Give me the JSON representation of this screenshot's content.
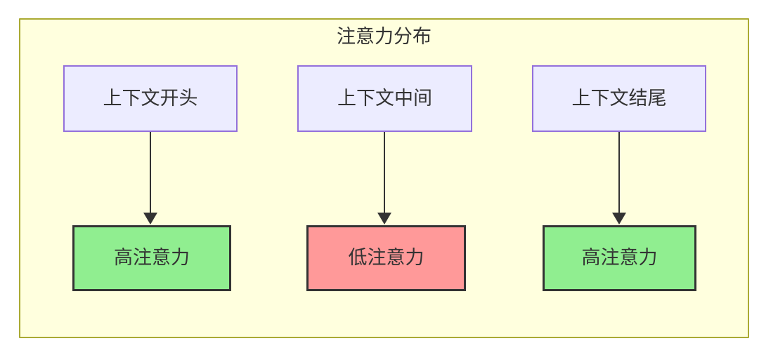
{
  "diagram": {
    "title": "注意力分布",
    "container": {
      "fill": "#FFFFDE",
      "border_color": "#AAAA33"
    },
    "context_node_style": {
      "fill": "#ECECFF",
      "border_color": "#9370DB"
    },
    "result_node_style": {
      "border_color": "#333333"
    },
    "text_color": "#333333",
    "arrow_color": "#333333",
    "top_nodes": [
      {
        "label": "上下文开头"
      },
      {
        "label": "上下文中间"
      },
      {
        "label": "上下文结尾"
      }
    ],
    "bottom_nodes": [
      {
        "label": "高注意力",
        "fill": "#90EE90"
      },
      {
        "label": "低注意力",
        "fill": "#FF9999"
      },
      {
        "label": "高注意力",
        "fill": "#90EE90"
      }
    ]
  }
}
